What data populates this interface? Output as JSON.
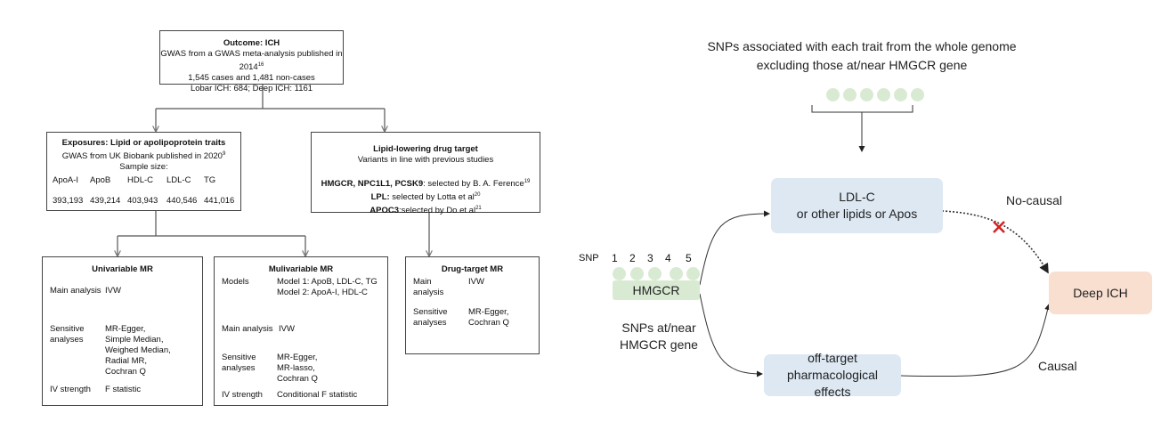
{
  "left_flowchart": {
    "outcome": {
      "title": "Outcome: ICH",
      "lines": [
        "GWAS from a GWAS meta-analysis published in 2014",
        "1,545 cases and 1,481 non-cases",
        "Lobar ICH: 684; Deep ICH: 1161"
      ],
      "ref": "16"
    },
    "exposures": {
      "title": "Exposures: Lipid or apolipoprotein traits",
      "source": "GWAS from UK Biobank published in 2020",
      "ref": "9",
      "sample_label": "Sample size:",
      "traits": [
        {
          "name": "ApoA-I",
          "n": "393,193"
        },
        {
          "name": "ApoB",
          "n": "439,214"
        },
        {
          "name": "HDL-C",
          "n": "403,943"
        },
        {
          "name": "LDL-C",
          "n": "440,546"
        },
        {
          "name": "TG",
          "n": "441,016"
        }
      ]
    },
    "drug_target": {
      "title": "Lipid-lowering  drug target",
      "subtitle": "Variants in line with previous studies",
      "items": [
        {
          "genes": "HMGCR, NPC1L1, PCSK9",
          "text": ": selected by B. A. Ference",
          "ref": "19"
        },
        {
          "genes": "LPL:",
          "text": " selected by Lotta et al",
          "ref": "20"
        },
        {
          "genes": "APOC3",
          "text": ":selected by Do et al",
          "ref": "21"
        }
      ]
    },
    "univariable": {
      "title": "Univariable MR",
      "rows": [
        {
          "k": "Main analysis",
          "v": "IVW"
        },
        {
          "k": "Sensitive\nanalyses",
          "v": "MR-Egger,\nSimple Median,\nWeighed Median,\nRadial MR,\nCochran Q"
        },
        {
          "k": "IV strength",
          "v": "F statistic"
        }
      ]
    },
    "multivariable": {
      "title": "Mulivariable MR",
      "rows": [
        {
          "k": "Models",
          "v": "Model 1: ApoB, LDL-C, TG\nModel 2: ApoA-I, HDL-C"
        },
        {
          "k": "Main analysis",
          "v": "IVW"
        },
        {
          "k": "Sensitive\nanalyses",
          "v": "MR-Egger,\nMR-lasso,\nCochran Q"
        },
        {
          "k": "IV strength",
          "v": "Conditional F statistic"
        }
      ]
    },
    "drug_target_mr": {
      "title": "Drug-target MR",
      "rows": [
        {
          "k": "Main\nanalysis",
          "v": "IVW"
        },
        {
          "k": "Sensitive\nanalyses",
          "v": "MR-Egger,\nCochran Q"
        }
      ]
    }
  },
  "right_diagram": {
    "top_text": [
      "SNPs associated with each trait from the whole genome",
      "excluding those at/near HMGCR gene"
    ],
    "ldl_box": [
      "LDL-C",
      "or other lipids or Apos"
    ],
    "no_causal": "No-causal",
    "deep_ich": "Deep ICH",
    "snp_label": "SNP",
    "snp_numbers": [
      "1",
      "2",
      "3",
      "4",
      "5"
    ],
    "gene": "HMGCR",
    "snps_near": [
      "SNPs at/near",
      "HMGCR gene"
    ],
    "off_target": [
      "off-target pharmacological",
      "effects"
    ],
    "causal": "Causal",
    "colors": {
      "lipid_box": "#dde8f3",
      "outcome_box": "#f9dfd0",
      "snp_dot": "#d9ead3",
      "cross": "#d62020"
    }
  }
}
